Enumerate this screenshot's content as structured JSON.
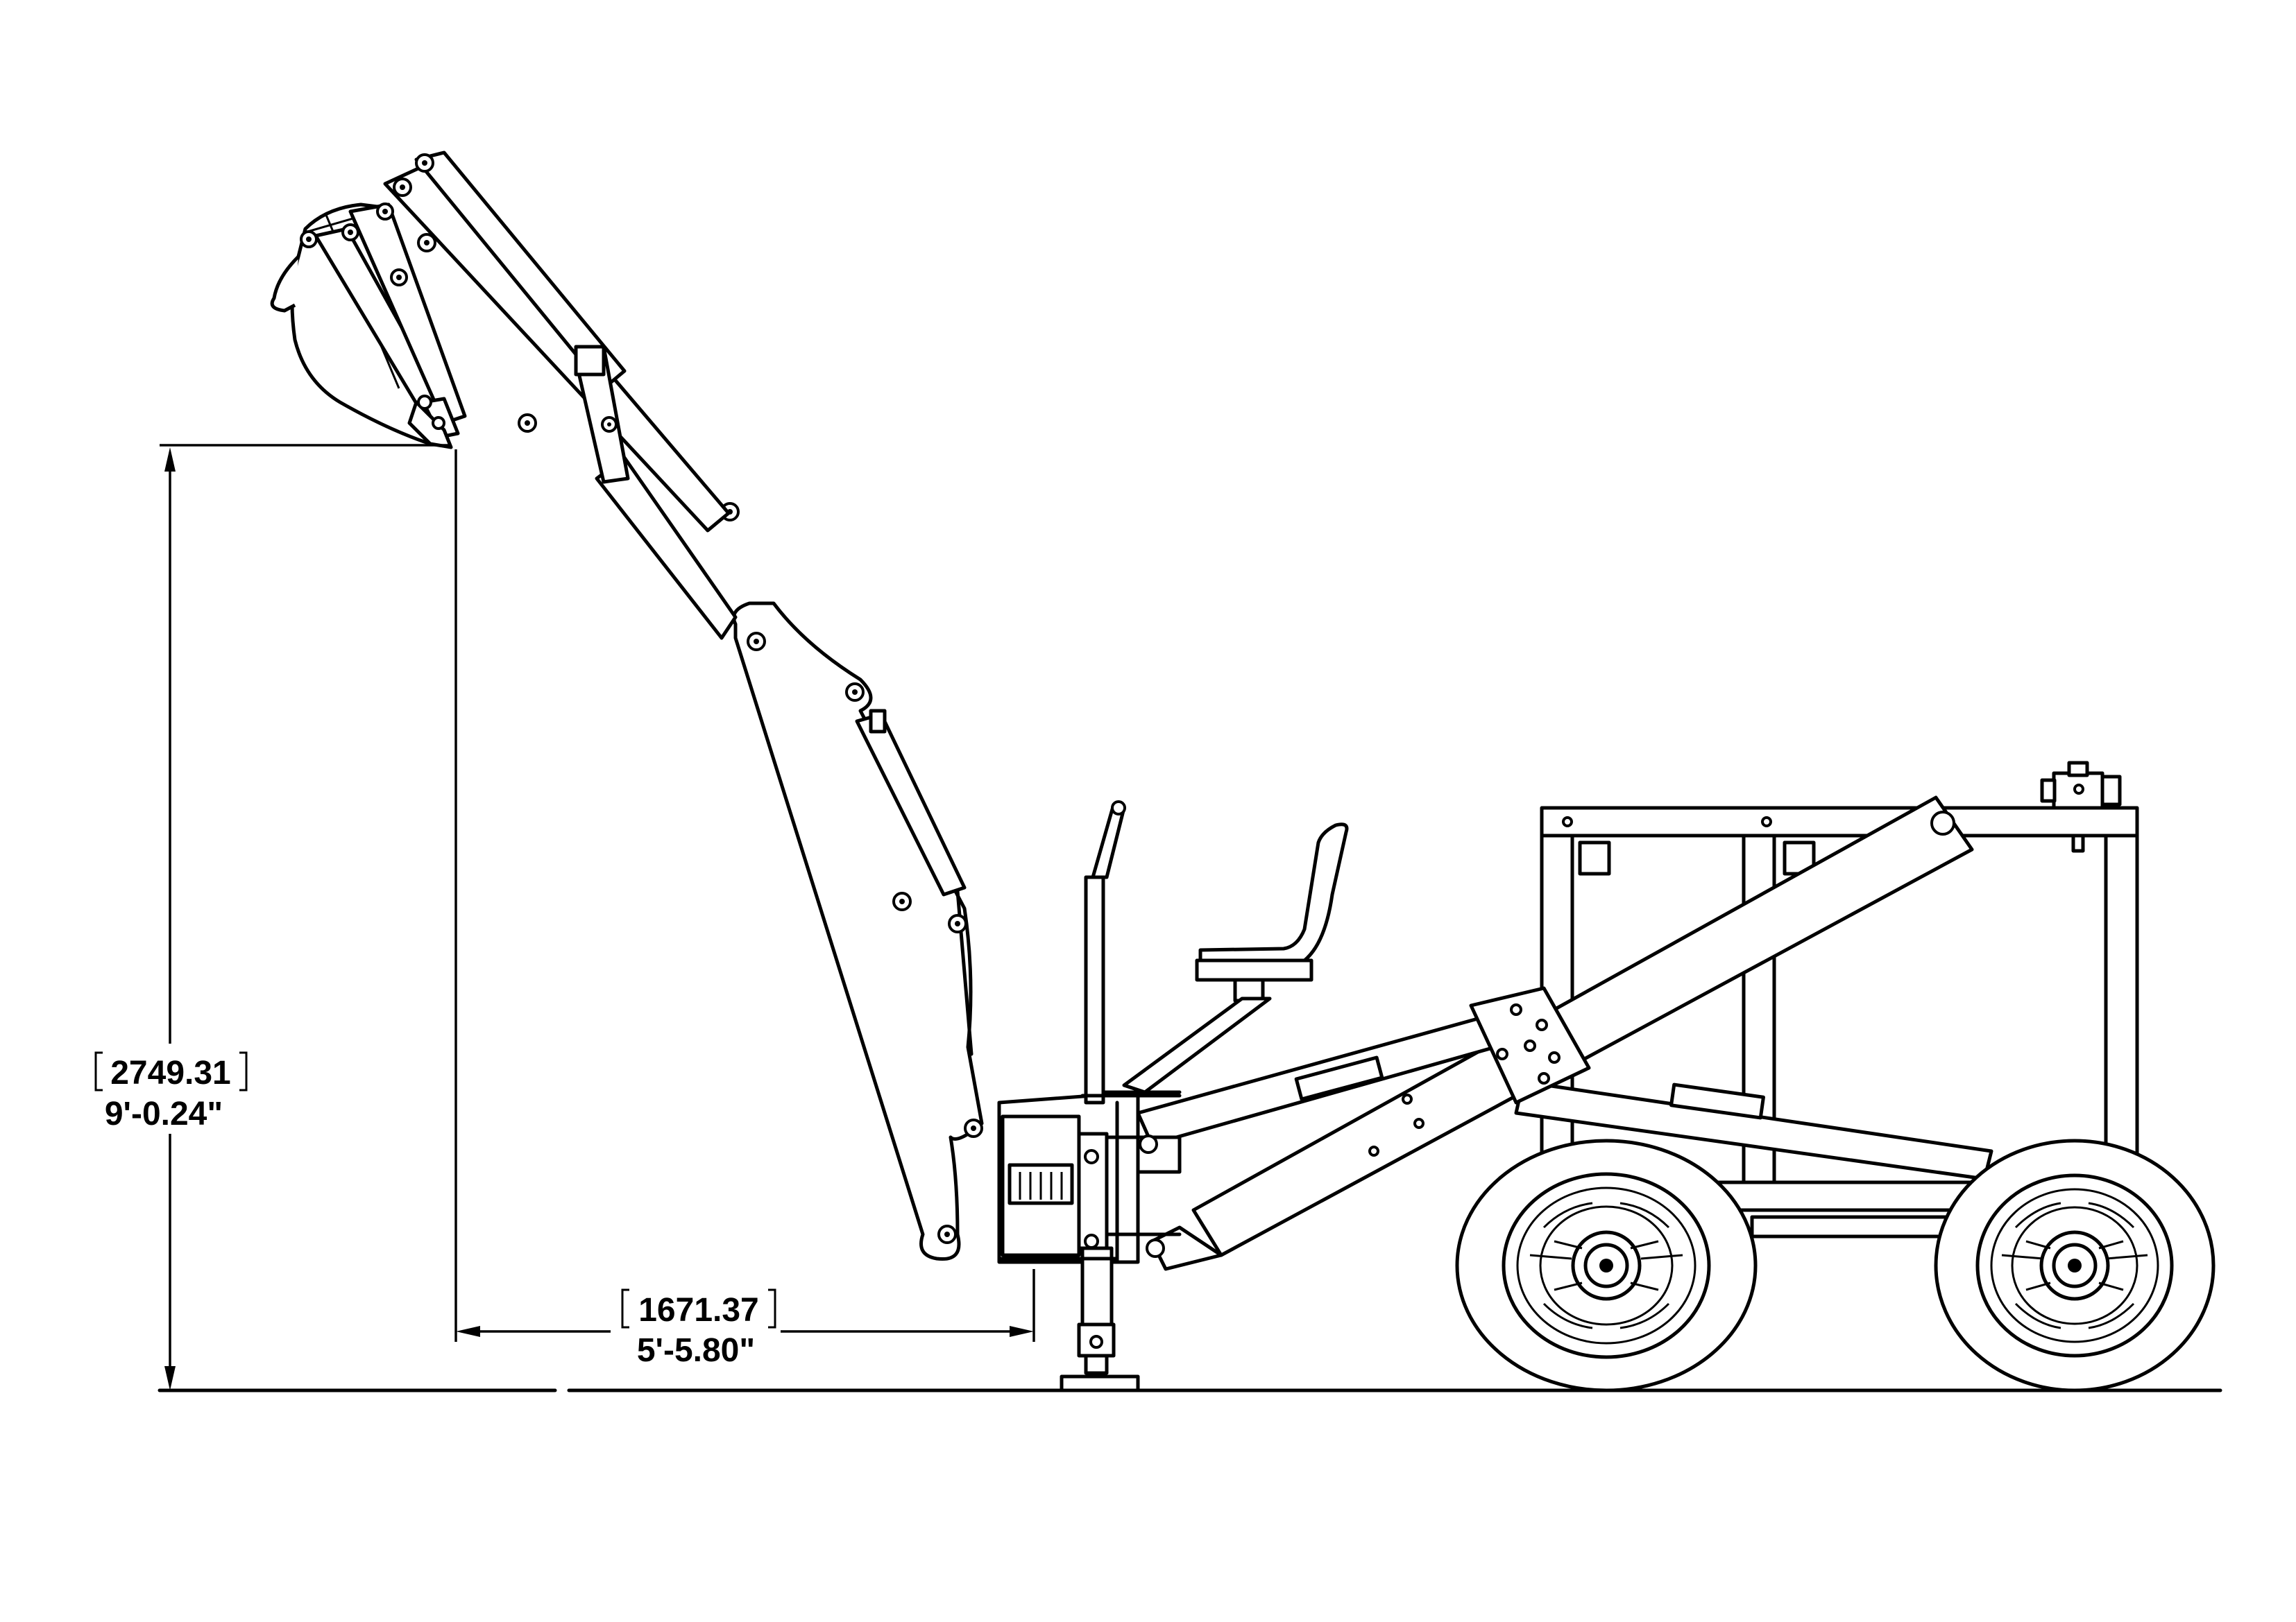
{
  "dimensions": {
    "height": {
      "metric": "2749.31",
      "imperial": "9'-0.24\""
    },
    "reach": {
      "metric": "1671.37",
      "imperial": "5'-5.80\""
    }
  },
  "line_color": "#000000",
  "background": "#ffffff"
}
